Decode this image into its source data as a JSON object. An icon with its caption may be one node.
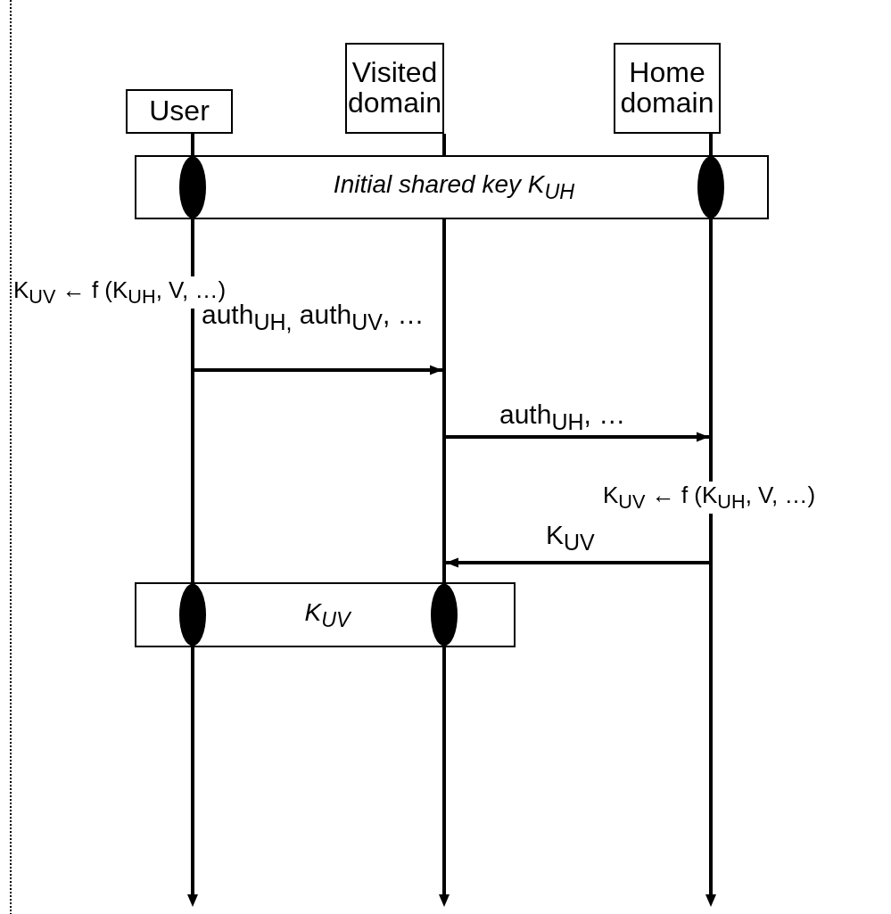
{
  "diagram": {
    "nodes": [
      {
        "text": [
          "User"
        ]
      },
      {
        "text": [
          "Visited domain"
        ]
      },
      {
        "text": [
          "Home domain"
        ]
      },
      {
        "text": [],
        "shape": "line"
      },
      {
        "text": [],
        "shape": "line"
      },
      {
        "text": [],
        "shape": "line"
      },
      {
        "text": [
          "Initial shared key K$_{UH}$"
        ]
      },
      {
        "text": [
          "K$_{UV}$"
        ]
      }
    ],
    "edges": [
      {
        "from": 3,
        "to": 4,
        "arrow": "to",
        "label": "auth$_{UH,}$ auth$_{UV}$, …"
      },
      {
        "from": 4,
        "to": 5,
        "arrow": "to",
        "label": "auth$_{UH}$, …"
      },
      {
        "from": 5,
        "to": 4,
        "arrow": "to",
        "label": "K$_{UV}$"
      }
    ],
    "labels": [
      "K$_{UV}$ ← f (K$_{UH}$, V, …)",
      "K$_{UV}$ ← f (K$_{UH}$, V, …)"
    ]
  }
}
